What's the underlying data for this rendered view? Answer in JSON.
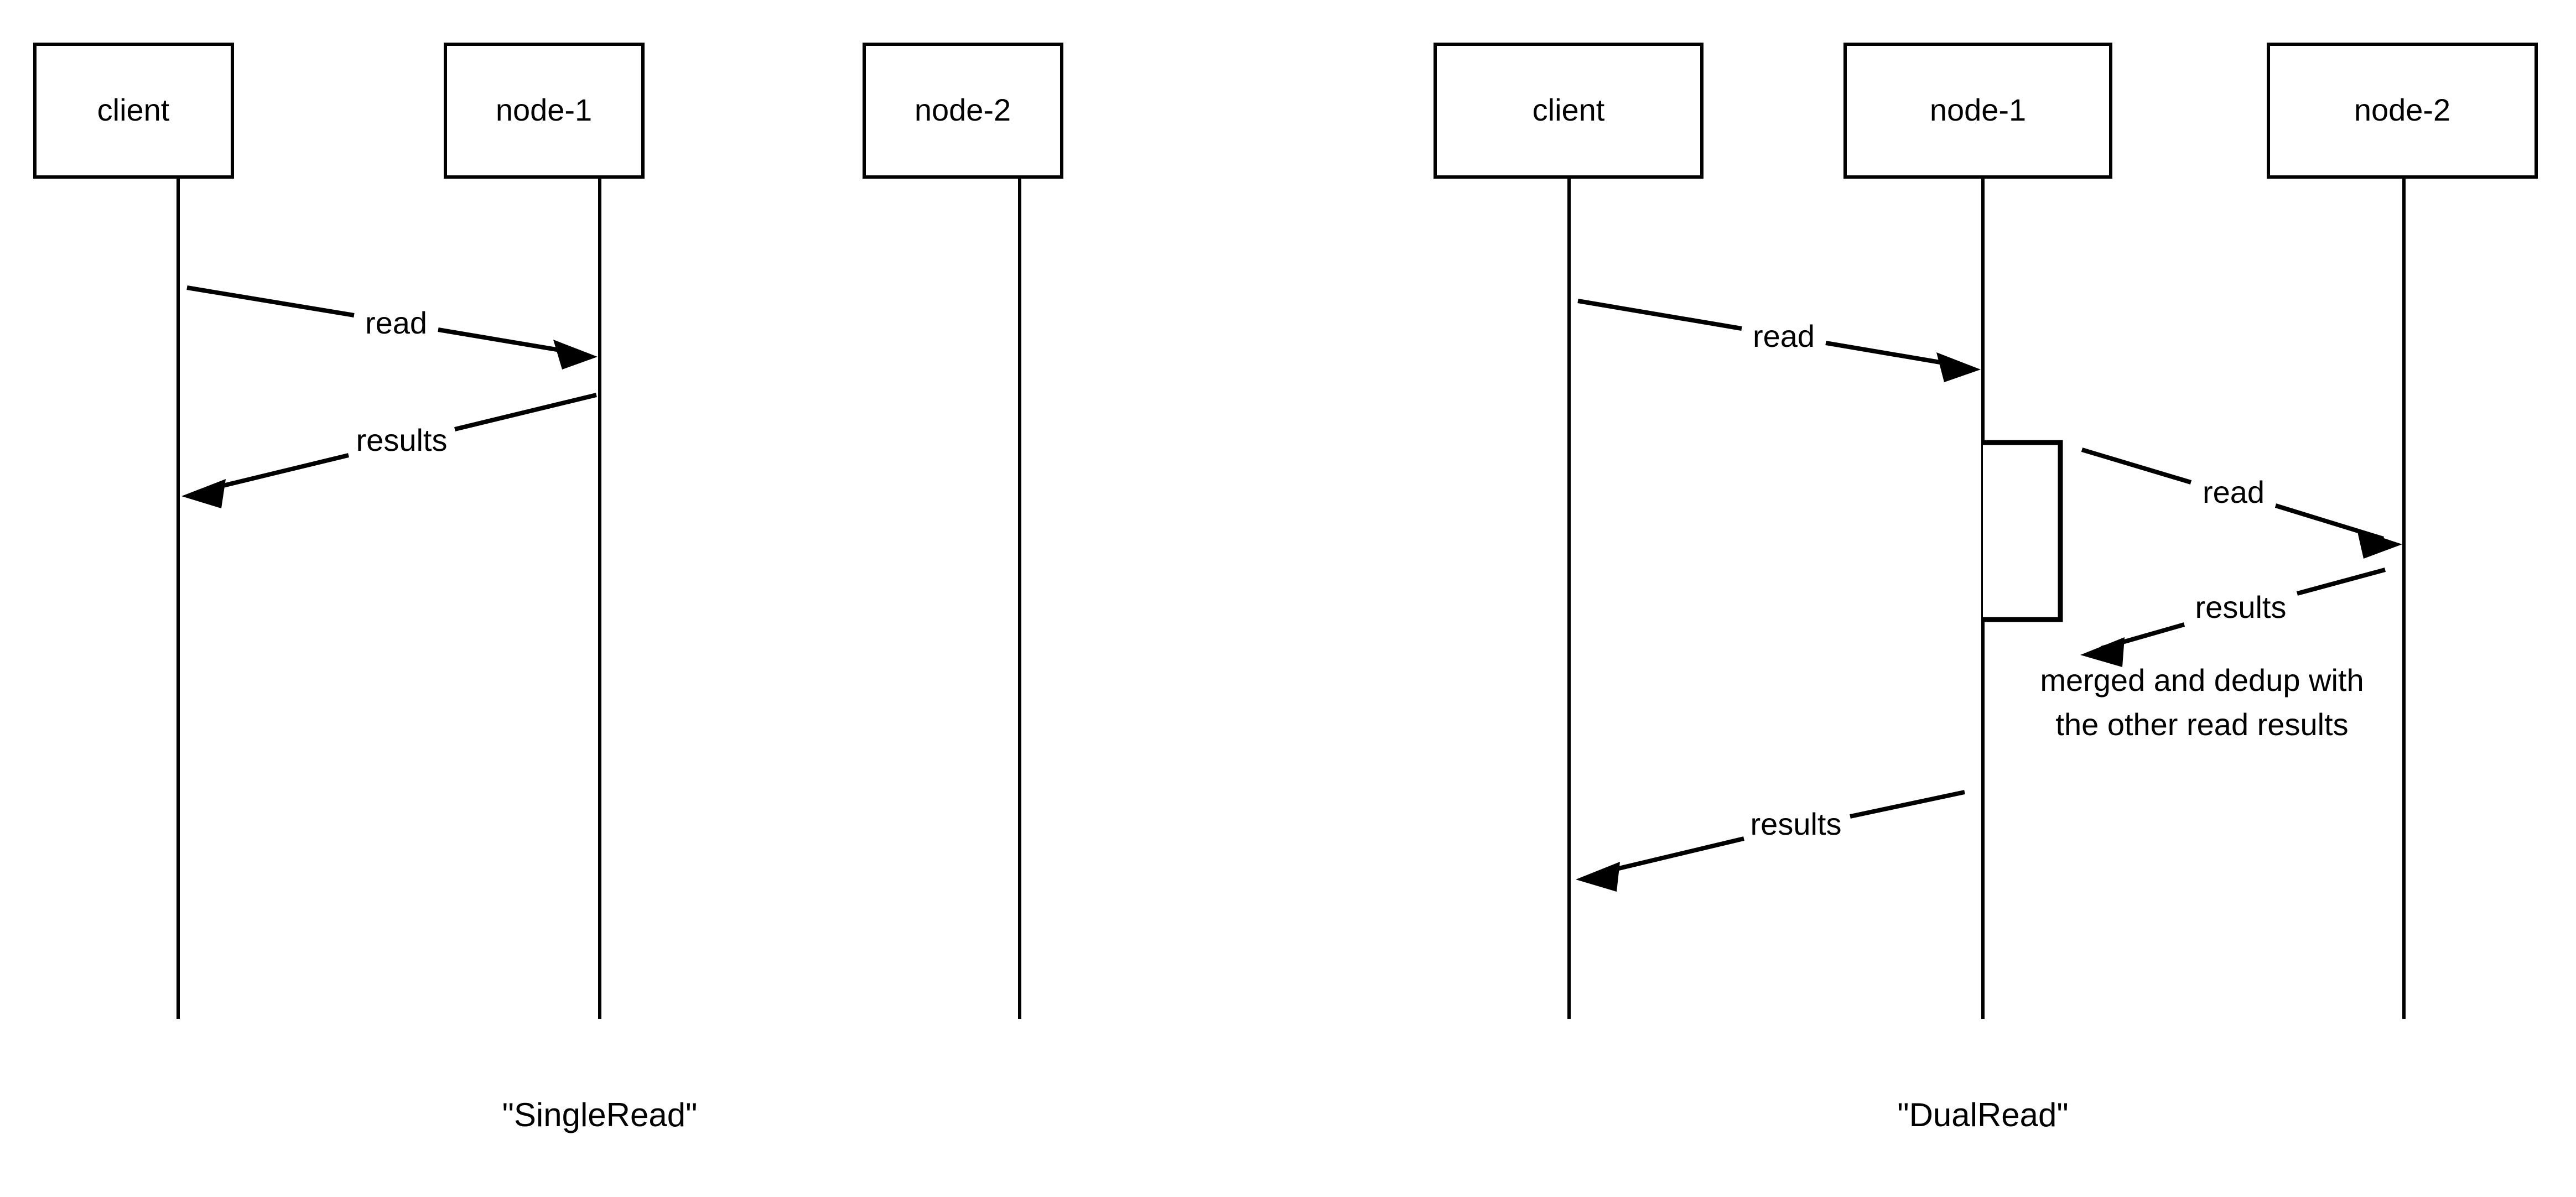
{
  "diagram": {
    "type": "sequence-diagram",
    "background_color": "#ffffff",
    "line_color": "#000000",
    "panels": [
      {
        "id": "single-read",
        "caption": "\"SingleRead\"",
        "participants": [
          {
            "id": "client",
            "label": "client"
          },
          {
            "id": "node-1",
            "label": "node-1"
          },
          {
            "id": "node-2",
            "label": "node-2"
          }
        ],
        "messages": [
          {
            "id": "m1",
            "label": "read",
            "from": "client",
            "to": "node-1",
            "direction": "right"
          },
          {
            "id": "m2",
            "label": "results",
            "from": "node-1",
            "to": "client",
            "direction": "left"
          }
        ],
        "notes": [],
        "activations": []
      },
      {
        "id": "dual-read",
        "caption": "\"DualRead\"",
        "participants": [
          {
            "id": "client",
            "label": "client"
          },
          {
            "id": "node-1",
            "label": "node-1"
          },
          {
            "id": "node-2",
            "label": "node-2"
          }
        ],
        "messages": [
          {
            "id": "m1",
            "label": "read",
            "from": "client",
            "to": "node-1",
            "direction": "right"
          },
          {
            "id": "m2",
            "label": "read",
            "from": "node-1",
            "to": "node-2",
            "direction": "right"
          },
          {
            "id": "m3",
            "label": "results",
            "from": "node-2",
            "to": "node-1",
            "direction": "left"
          },
          {
            "id": "m4",
            "label": "results",
            "from": "node-1",
            "to": "client",
            "direction": "left"
          }
        ],
        "notes": [
          {
            "id": "n1",
            "line1": "merged and dedup with",
            "line2": "the other read results"
          }
        ],
        "activations": [
          {
            "id": "a1",
            "on": "node-1"
          }
        ]
      }
    ]
  }
}
